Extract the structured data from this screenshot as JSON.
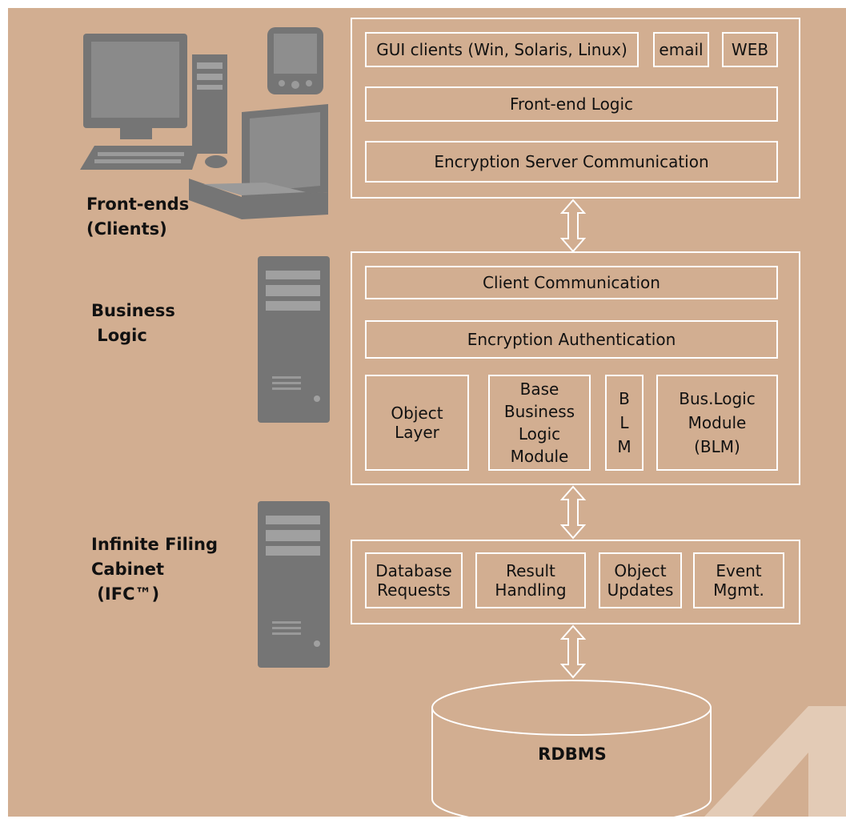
{
  "tiers": {
    "front_ends": {
      "label": "Front-ends\n(Clients)"
    },
    "business_logic": {
      "label": "Business\n Logic"
    },
    "ifc": {
      "label": "Infinite Filing\nCabinet\n (IFC™)"
    }
  },
  "frontend_box": {
    "gui_clients": "GUI clients (Win, Solaris, Linux)",
    "email": "email",
    "web": "WEB",
    "front_end_logic": "Front-end Logic",
    "encryption_server_comm": "Encryption Server Communication"
  },
  "business_box": {
    "client_comm": "Client Communication",
    "encryption_auth": "Encryption Authentication",
    "object_layer": "Object\nLayer",
    "base_blm": "Base\nBusiness\nLogic\nModule",
    "blm_vertical": "B\nL\nM",
    "bus_logic_module": "Bus.Logic\nModule\n(BLM)"
  },
  "ifc_box": {
    "database_requests": "Database\nRequests",
    "result_handling": "Result\nHandling",
    "object_updates": "Object\nUpdates",
    "event_mgmt": "Event\nMgmt."
  },
  "database": {
    "label": "RDBMS"
  },
  "icons": [
    "desktop-computer-icon",
    "pda-icon",
    "laptop-icon",
    "server-tower-icon"
  ],
  "colors": {
    "background": "#d2ae91",
    "lines": "#ffffff",
    "icons": "#757575",
    "watermark": "#e3cbb6"
  }
}
